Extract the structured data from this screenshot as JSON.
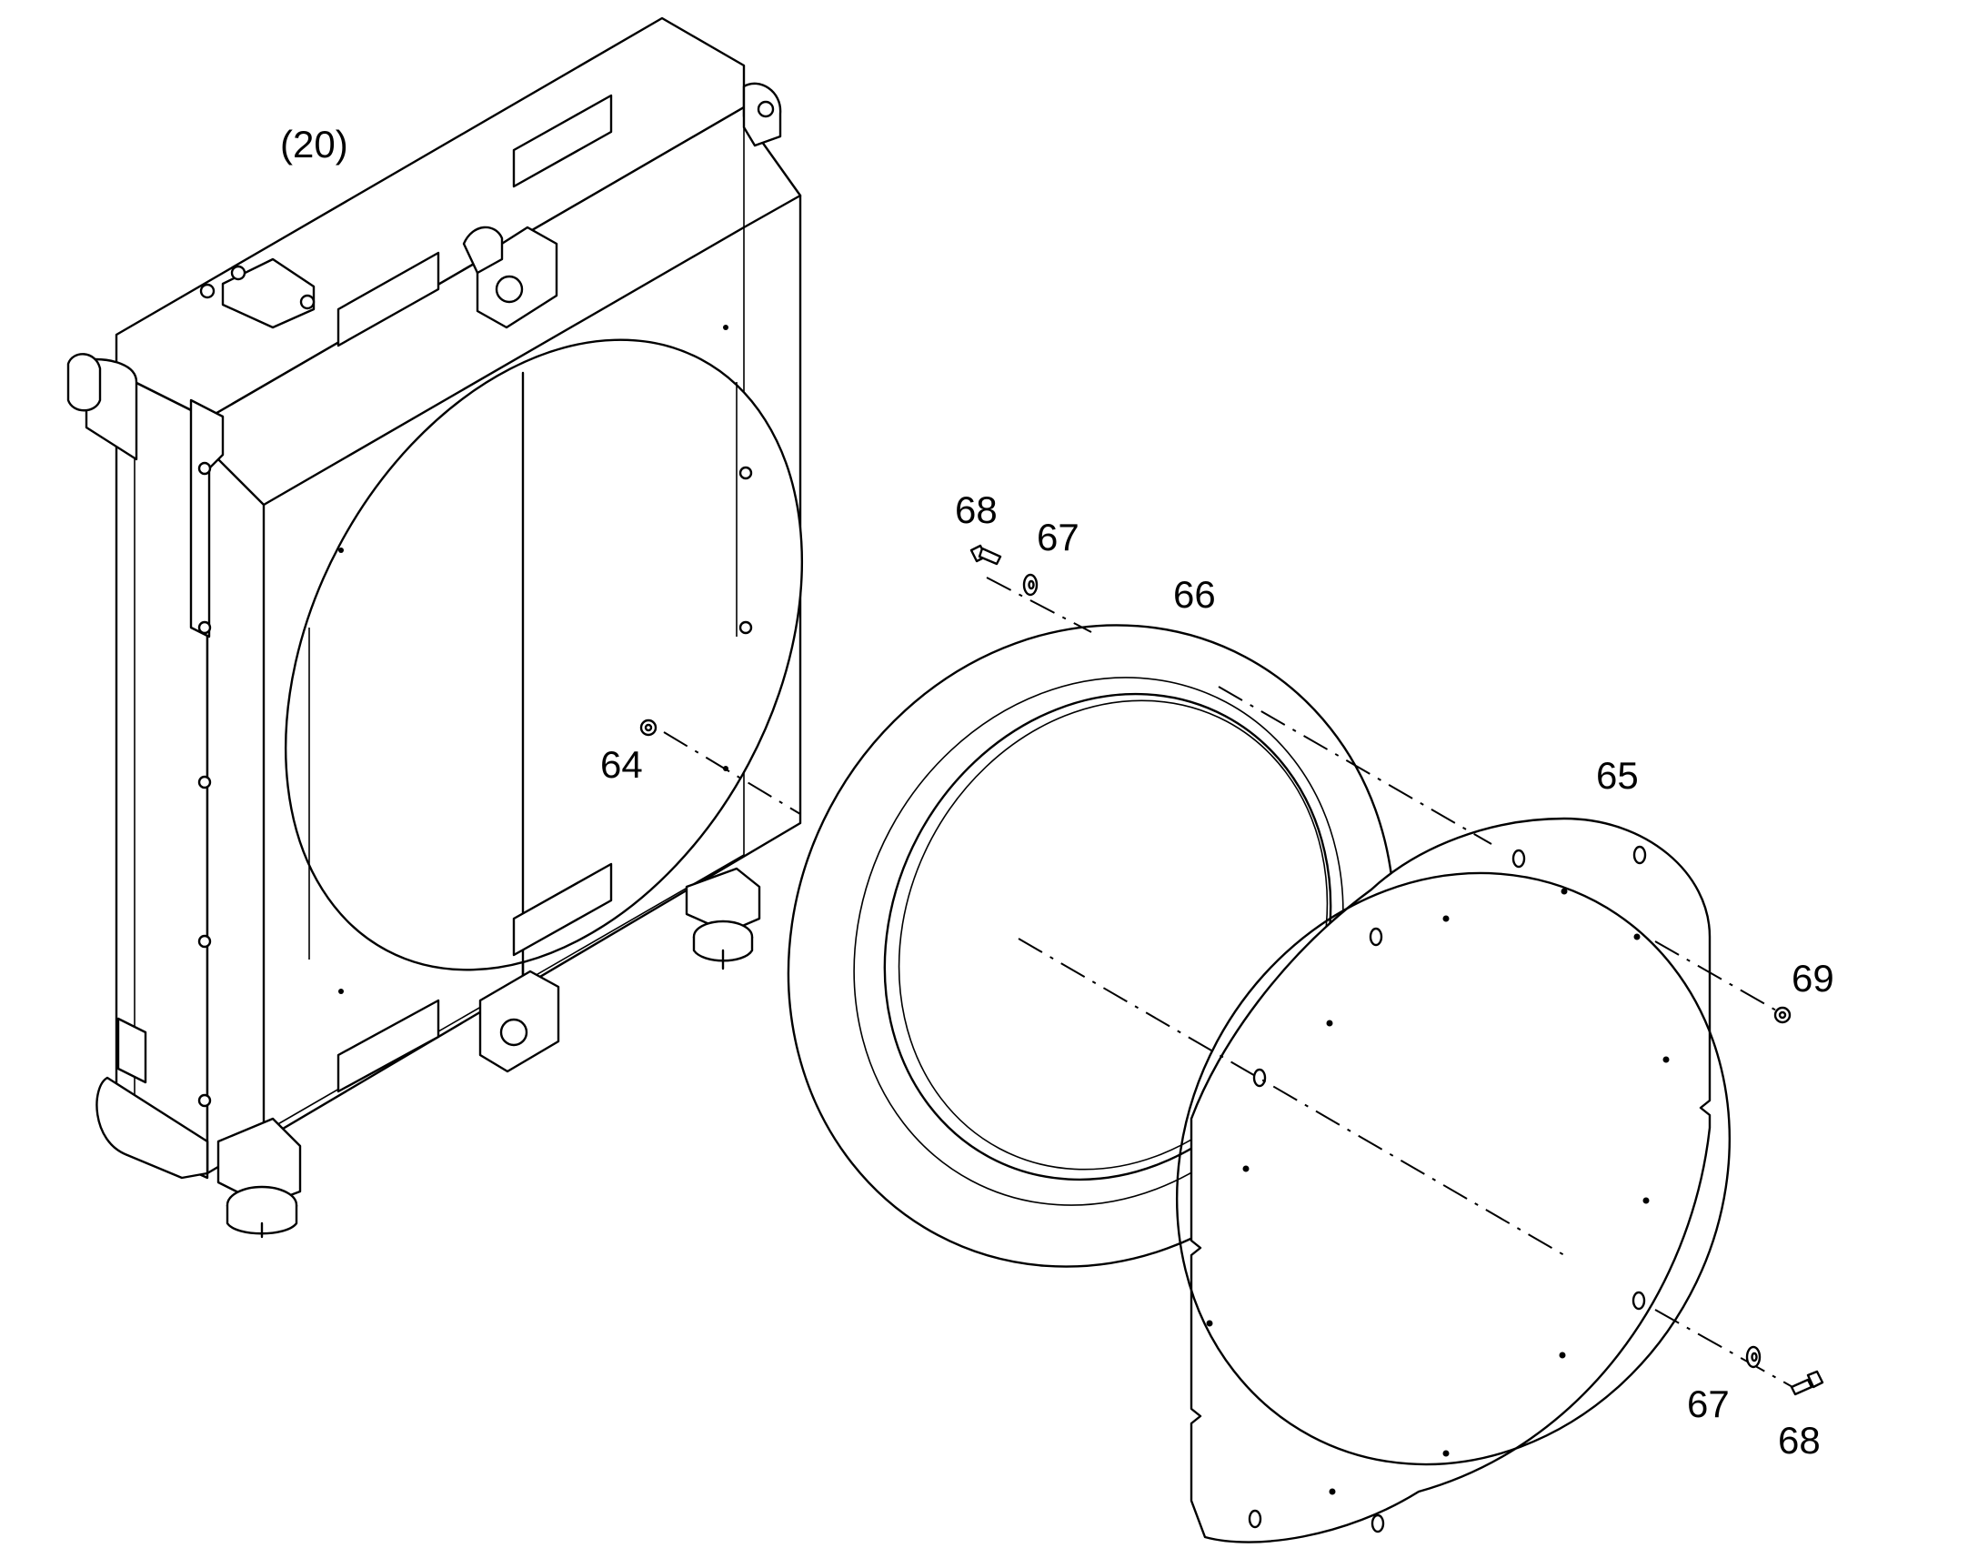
{
  "callouts": {
    "assembly": "(20)",
    "part_64": "64",
    "part_65": "65",
    "part_66": "66",
    "part_67_top": "67",
    "part_67_bottom": "67",
    "part_68_top": "68",
    "part_68_bottom": "68",
    "part_69": "69"
  }
}
